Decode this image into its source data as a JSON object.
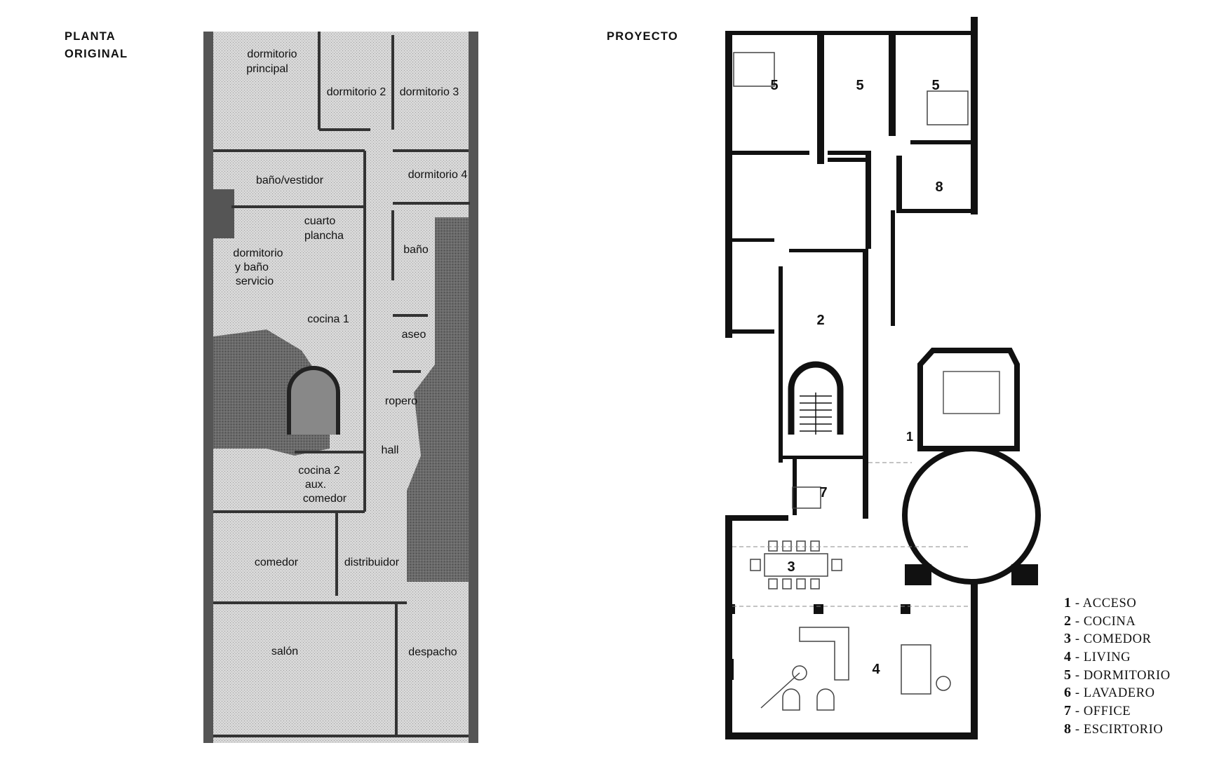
{
  "headers": {
    "original_line1": "PLANTA",
    "original_line2": "ORIGINAL",
    "project": "PROYECTO"
  },
  "original_plan": {
    "rooms": [
      {
        "line1": "dormitorio",
        "line2": "principal"
      },
      {
        "line1": "dormitorio 2",
        "line2": ""
      },
      {
        "line1": "dormitorio 3",
        "line2": ""
      },
      {
        "line1": "baño/vestidor",
        "line2": ""
      },
      {
        "line1": "dormitorio 4",
        "line2": ""
      },
      {
        "line1": "cuarto",
        "line2": "plancha"
      },
      {
        "line1": "dormitorio",
        "line2": "y baño",
        "line3": "servicio"
      },
      {
        "line1": "baño",
        "line2": ""
      },
      {
        "line1": "cocina 1",
        "line2": ""
      },
      {
        "line1": "aseo",
        "line2": ""
      },
      {
        "line1": "ropero",
        "line2": ""
      },
      {
        "line1": "hall",
        "line2": ""
      },
      {
        "line1": "cocina 2",
        "line2": "aux.",
        "line3": "comedor"
      },
      {
        "line1": "comedor",
        "line2": ""
      },
      {
        "line1": "distribuidor",
        "line2": ""
      },
      {
        "line1": "salón",
        "line2": ""
      },
      {
        "line1": "despacho",
        "line2": ""
      }
    ]
  },
  "project_plan": {
    "room_numbers": [
      "5",
      "5",
      "5",
      "8",
      "2",
      "1",
      "7",
      "3",
      "4"
    ]
  },
  "legend": [
    {
      "num": "1",
      "label": "- ACCESO"
    },
    {
      "num": "2",
      "label": "- COCINA"
    },
    {
      "num": "3",
      "label": "- COMEDOR"
    },
    {
      "num": "4",
      "label": "- LIVING"
    },
    {
      "num": "5",
      "label": "- DORMITORIO"
    },
    {
      "num": "6",
      "label": "- LAVADERO"
    },
    {
      "num": "7",
      "label": "-  OFFICE"
    },
    {
      "num": "8",
      "label": "- ESCIRTORIO"
    }
  ]
}
